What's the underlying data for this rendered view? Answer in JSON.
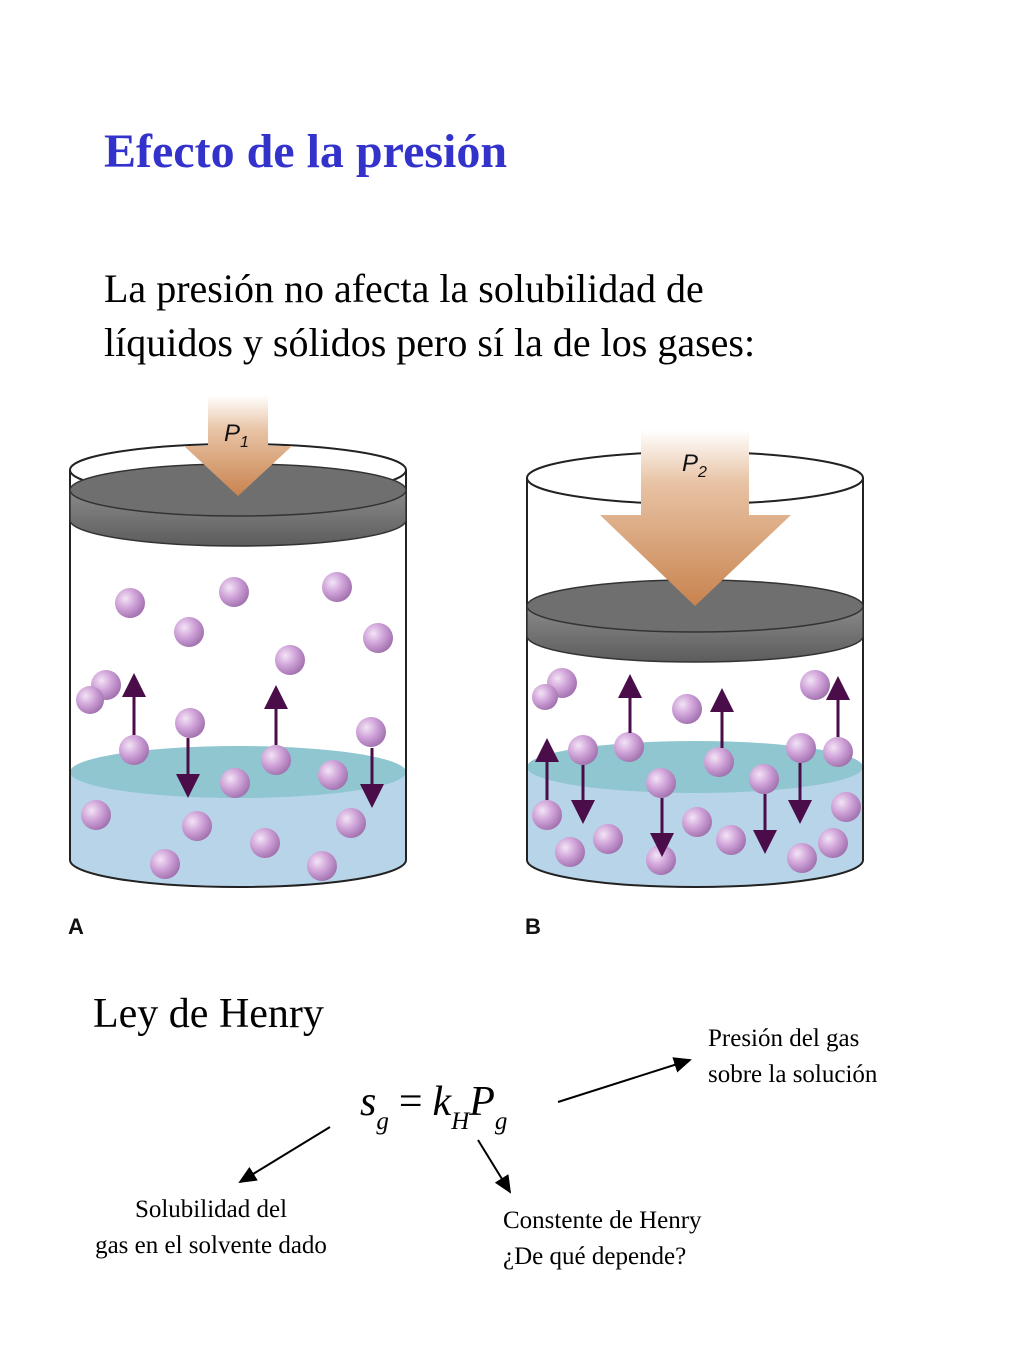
{
  "slide": {
    "title": "Efecto de la presión",
    "intro": [
      "La presión no afecta la solubilidad de",
      "líquidos y sólidos pero sí la de los gases:"
    ]
  },
  "figure": {
    "panel_a": {
      "label": "A",
      "pressure_symbol": "P",
      "pressure_subscript": "1"
    },
    "panel_b": {
      "label": "B",
      "pressure_symbol": "P",
      "pressure_subscript": "2"
    },
    "colors": {
      "arrow": "#c8834f",
      "piston": "#6f6f6f",
      "liquid": "#b8d4e8",
      "liquid_surface": "#8fc6cf",
      "molecule": "#cfa2d8",
      "motion_arrow": "#4a0d4a"
    }
  },
  "henry": {
    "heading": "Ley de Henry",
    "equation": {
      "s": "s",
      "s_sub": "g",
      "equals": "=",
      "k": "k",
      "k_sub": "H",
      "P": "P",
      "P_sub": "g"
    },
    "note_pressure": [
      "Presión del gas",
      "sobre la solución"
    ],
    "note_solubility": [
      "Solubilidad del",
      "gas en el solvente dado"
    ],
    "note_constant": [
      "Constente de Henry",
      "¿De qué depende?"
    ]
  }
}
